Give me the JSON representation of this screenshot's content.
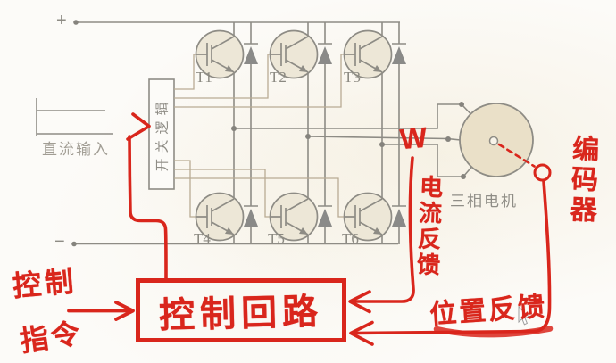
{
  "colors": {
    "annotation_red": "#d9261c",
    "circuit_gray": "#8e8c85",
    "gate_wire_tan": "#b9ab94",
    "component_fill": "#ede7d7",
    "motor_fill": "#eae0c8"
  },
  "circuit": {
    "plus_terminal": "+",
    "minus_terminal": "−",
    "dc_input_label": "直流输入",
    "switch_logic_label": "开关逻辑",
    "transistor_labels": [
      "T1",
      "T2",
      "T3",
      "T4",
      "T5",
      "T6"
    ],
    "motor_label": "三相电机"
  },
  "annotations": {
    "phase_mark": "W",
    "control_command_line1": "控制",
    "control_command_line2": "指令",
    "control_circuit_box": "控制回路",
    "current_feedback": "电流反馈",
    "position_feedback": "位置反馈",
    "encoder": "编码器"
  }
}
